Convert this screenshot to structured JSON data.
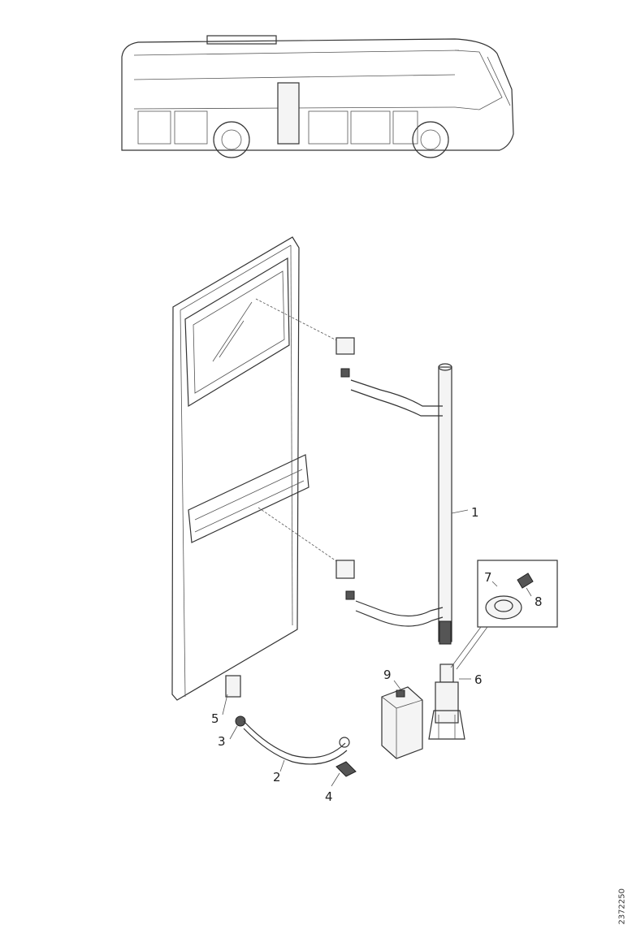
{
  "diagram": {
    "callouts": {
      "c1": "1",
      "c2": "2",
      "c3": "3",
      "c4": "4",
      "c5": "5",
      "c6": "6",
      "c7": "7",
      "c8": "8",
      "c9": "9"
    },
    "part_number": "2372250"
  },
  "colors": {
    "line": "#333333",
    "background": "#ffffff"
  }
}
